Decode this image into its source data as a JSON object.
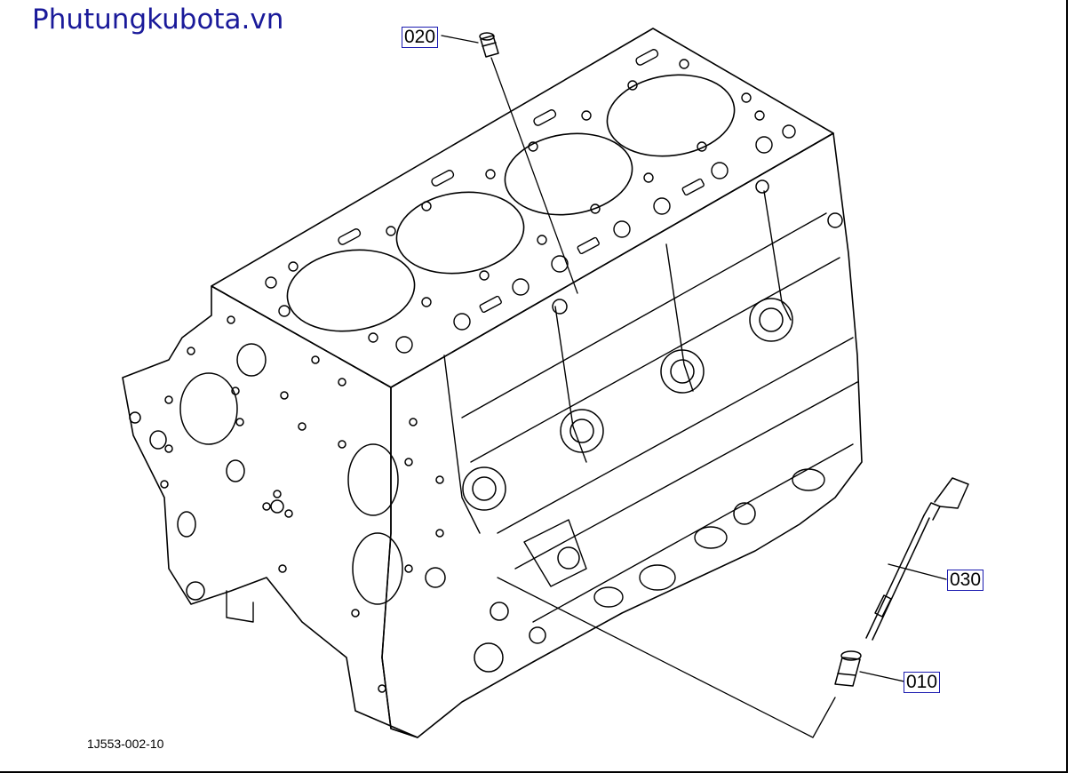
{
  "watermark": {
    "text": "Phutungkubota.vn"
  },
  "callouts": [
    {
      "id": "020",
      "label": "020",
      "part": "plug"
    },
    {
      "id": "030",
      "label": "030",
      "part": "dipstick"
    },
    {
      "id": "010",
      "label": "010",
      "part": "dipstick guide"
    }
  ],
  "drawing_number": "1J553-002-10",
  "colors": {
    "line": "#000000",
    "watermark": "#1a1a9a",
    "callout_border": "#1b1bb0"
  }
}
